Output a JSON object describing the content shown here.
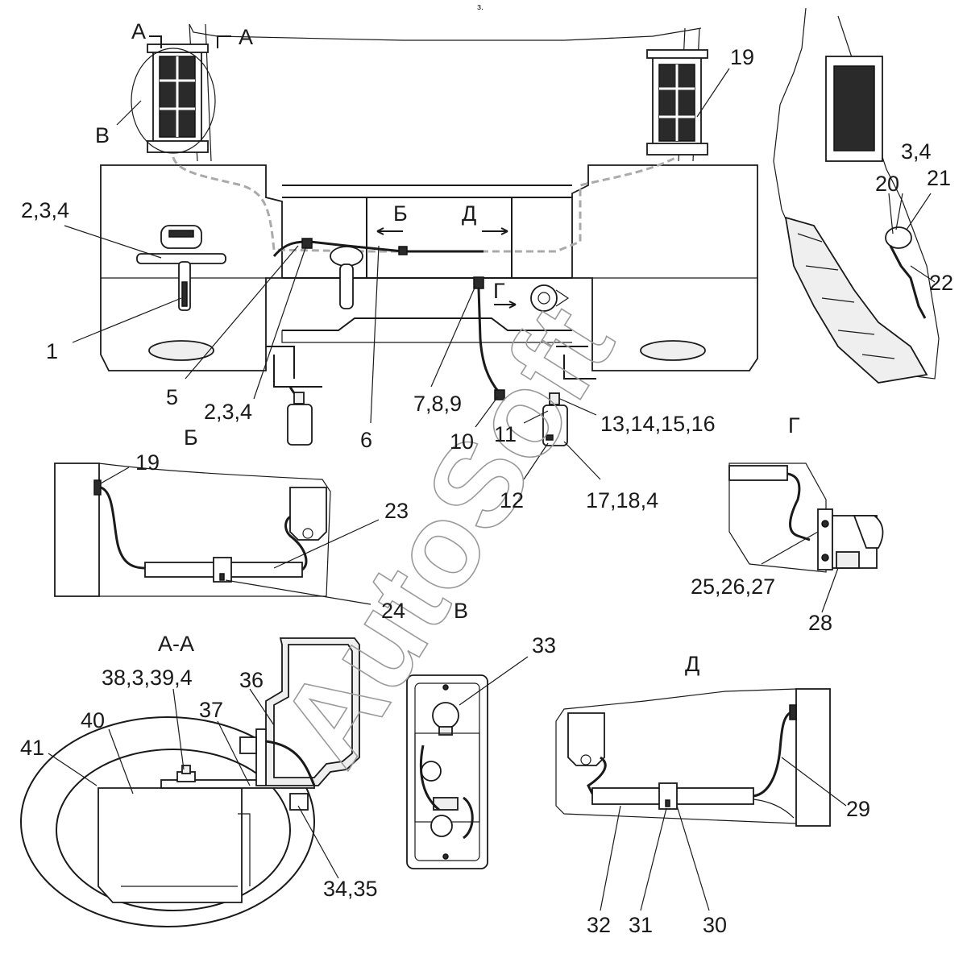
{
  "top_mark": "з.",
  "watermark": "AutoSoft",
  "sections": {
    "A_left": "А",
    "A_right": "А",
    "B_view": "Б",
    "V_view": "В",
    "G_view": "Г",
    "D_view": "Д",
    "B_title": "Б",
    "G_title": "Г",
    "V_title": "В",
    "AA_title": "А-А",
    "D_title": "Д"
  },
  "callouts": {
    "c1": "1",
    "c234_a": "2,3,4",
    "c5": "5",
    "c234_b": "2,3,4",
    "c6": "6",
    "c789": "7,8,9",
    "c10": "10",
    "c11": "11",
    "c12": "12",
    "c13": "13,14,15,16",
    "c17": "17,18,4",
    "c19_top": "19",
    "c34_top": "3,4",
    "c20": "20",
    "c21": "21",
    "c22": "22",
    "c19_b": "19",
    "c23": "23",
    "c24": "24",
    "c25": "25,26,27",
    "c28": "28",
    "c33": "33",
    "c38": "38,3,39,4",
    "c36": "36",
    "c37": "37",
    "c40": "40",
    "c41": "41",
    "c3435": "34,35",
    "c29": "29",
    "c32": "32",
    "c31": "31",
    "c30": "30"
  }
}
